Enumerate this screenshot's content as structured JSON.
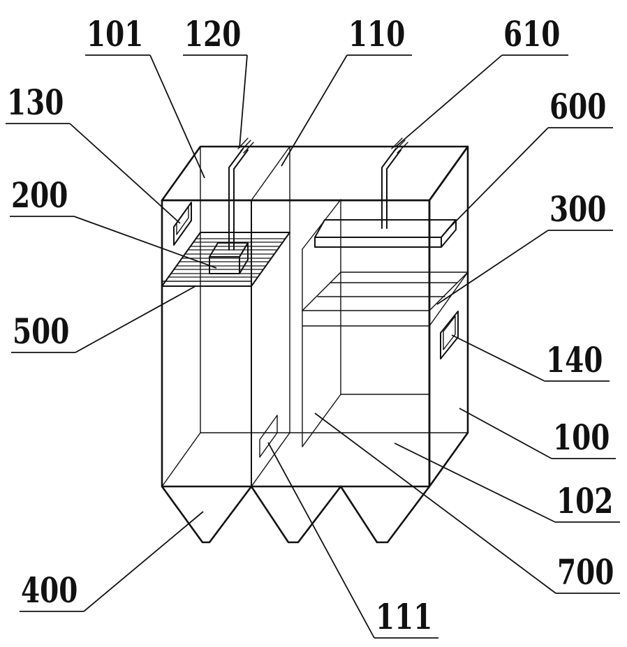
{
  "labels": {
    "l101": "101",
    "l120": "120",
    "l110": "110",
    "l610": "610",
    "l130": "130",
    "l600": "600",
    "l200": "200",
    "l300": "300",
    "l500": "500",
    "l140": "140",
    "l100": "100",
    "l102": "102",
    "l700": "700",
    "l400": "400",
    "l111": "111"
  }
}
